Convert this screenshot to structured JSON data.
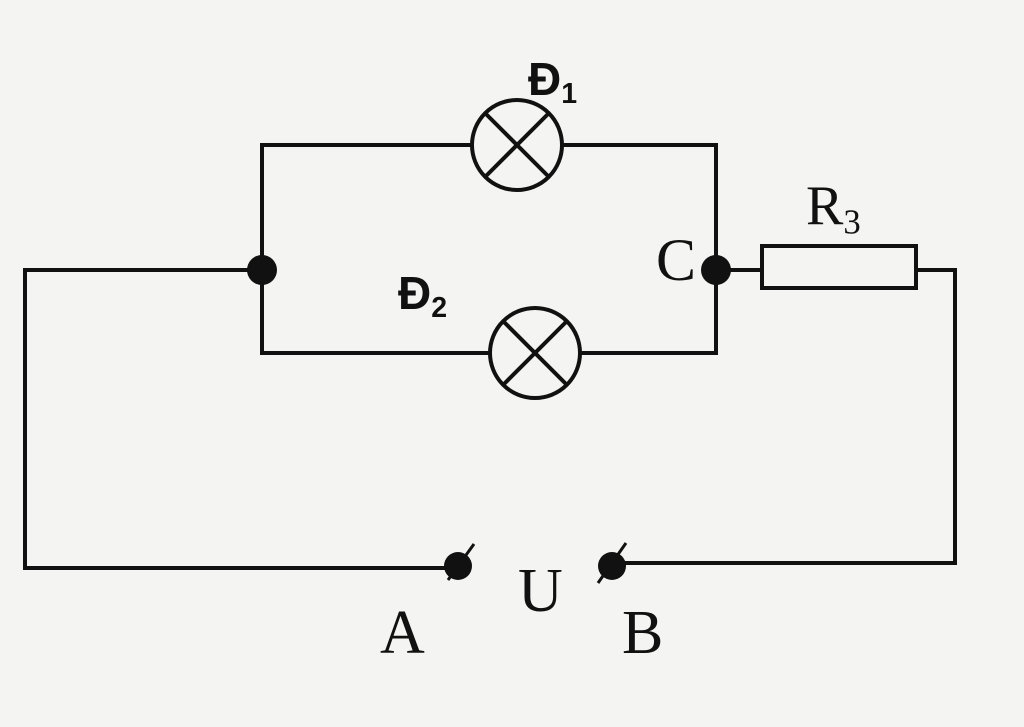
{
  "diagram": {
    "type": "circuit",
    "labels": {
      "lamp1": {
        "main": "Đ",
        "sub": "1"
      },
      "lamp2": {
        "main": "Đ",
        "sub": "2"
      },
      "resistor": {
        "main": "R",
        "sub": "3"
      },
      "node_c": "C",
      "terminal_a": "A",
      "terminal_b": "B",
      "voltage": "U"
    },
    "colors": {
      "line": "#111111",
      "background": "#f4f4f2"
    }
  }
}
